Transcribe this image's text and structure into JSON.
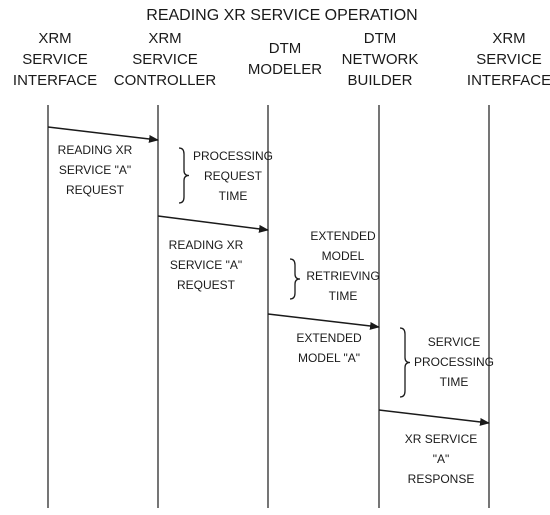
{
  "title": "READING XR SERVICE OPERATION",
  "lifelines": [
    {
      "name": "XRM SERVICE INTERFACE",
      "lines": [
        "XRM",
        "SERVICE",
        "INTERFACE"
      ]
    },
    {
      "name": "XRM SERVICE CONTROLLER",
      "lines": [
        "XRM",
        "SERVICE",
        "CONTROLLER"
      ]
    },
    {
      "name": "DTM MODELER",
      "lines": [
        "DTM",
        "MODELER"
      ]
    },
    {
      "name": "DTM NETWORK BUILDER",
      "lines": [
        "DTM",
        "NETWORK",
        "BUILDER"
      ]
    },
    {
      "name": "XRM SERVICE INTERFACE",
      "lines": [
        "XRM",
        "SERVICE",
        "INTERFACE"
      ]
    }
  ],
  "messages": [
    {
      "from": 0,
      "to": 1,
      "lines": [
        "READING XR",
        "SERVICE \"A\"",
        "REQUEST"
      ]
    },
    {
      "from": 1,
      "to": 2,
      "lines": [
        "READING XR",
        "SERVICE \"A\"",
        "REQUEST"
      ]
    },
    {
      "from": 2,
      "to": 3,
      "lines": [
        "EXTENDED",
        "MODEL \"A\""
      ]
    },
    {
      "from": 3,
      "to": 4,
      "lines": [
        "XR SERVICE",
        "\"A\"",
        "RESPONSE"
      ]
    }
  ],
  "intervals": [
    {
      "lines": [
        "PROCESSING",
        "REQUEST",
        "TIME"
      ]
    },
    {
      "lines": [
        "EXTENDED",
        "MODEL",
        "RETRIEVING",
        "TIME"
      ]
    },
    {
      "lines": [
        "SERVICE",
        "PROCESSING",
        "TIME"
      ]
    }
  ],
  "colors": {
    "line": "#1a1a1a",
    "text": "#1a1a1a",
    "background": "#ffffff"
  }
}
